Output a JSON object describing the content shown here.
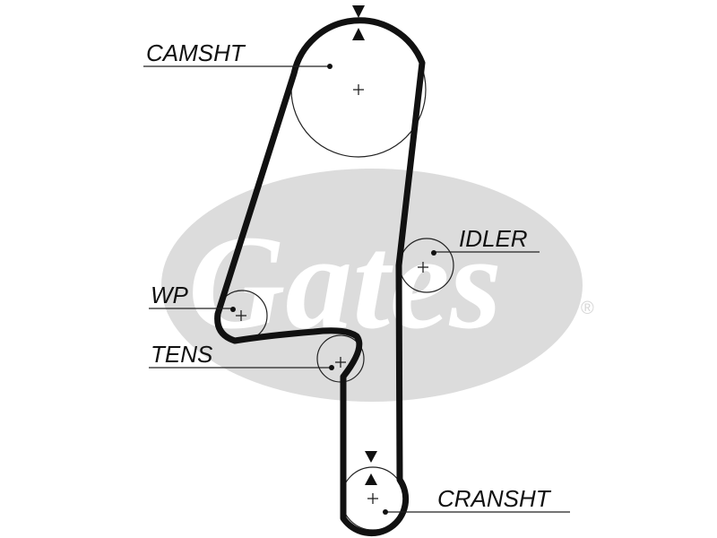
{
  "watermark": {
    "brand": "Gates",
    "registered": "®",
    "color": "#dcdcdc"
  },
  "labels": {
    "camshaft": "CAMSHT",
    "idler": "IDLER",
    "water_pump": "WP",
    "tensioner": "TENS",
    "crankshaft": "CRANSHT"
  },
  "colors": {
    "belt": "#111111",
    "pulley_outline": "#222222",
    "background": "#ffffff"
  }
}
